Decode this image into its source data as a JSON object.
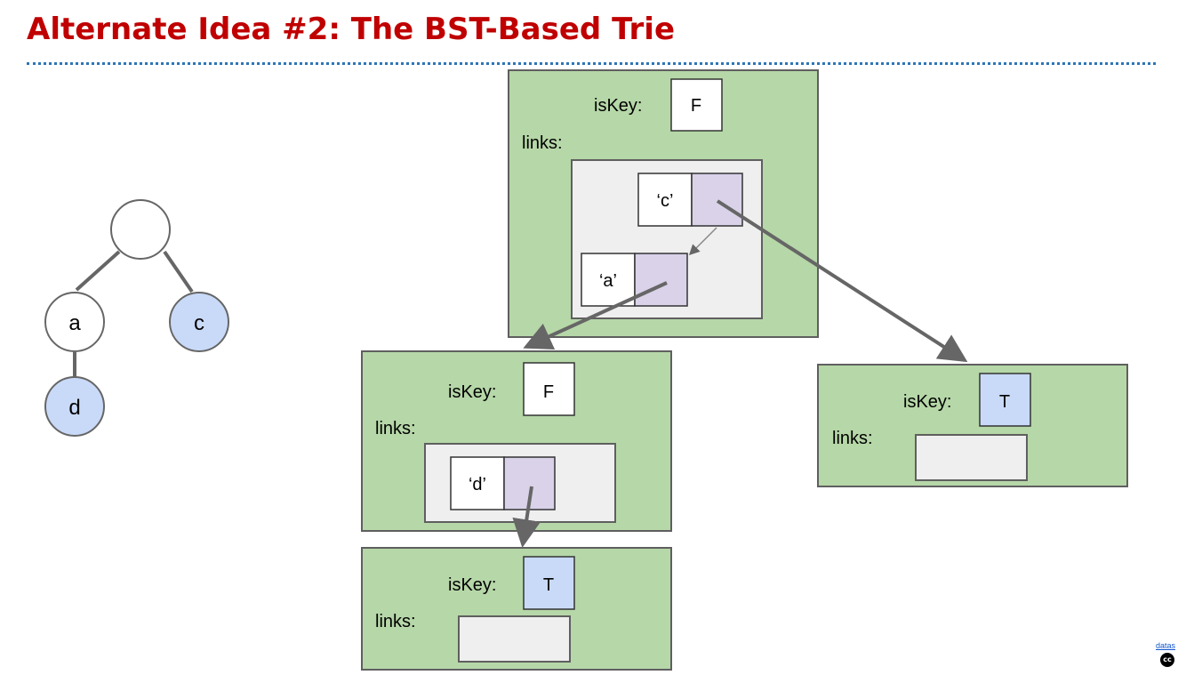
{
  "slide": {
    "title": "Alternate Idea #2: The BST-Based Trie",
    "footer_link": "datas",
    "cc_badge": "cc"
  },
  "tree": {
    "root": "",
    "left": "a",
    "right": "c",
    "left_child": "d",
    "key_fill": "#c9daf8",
    "nonkey_fill": "#ffffff"
  },
  "nodes": {
    "root": {
      "iskey_label": "isKey:",
      "iskey_value": "F",
      "links_label": "links:"
    },
    "a_node": {
      "iskey_label": "isKey:",
      "iskey_value": "F",
      "links_label": "links:"
    },
    "c_node": {
      "iskey_label": "isKey:",
      "iskey_value": "T",
      "links_label": "links:"
    },
    "d_node": {
      "iskey_label": "isKey:",
      "iskey_value": "T",
      "links_label": "links:"
    }
  },
  "bst_entries": {
    "c": "‘c’",
    "a": "‘a’",
    "d": "‘d’"
  },
  "colors": {
    "title": "#c00000",
    "divider": "#2e75b6",
    "node_fill": "#b6d7a8",
    "links_area_fill": "#efefef",
    "pointer_fill": "#d9d2e9",
    "key_true_fill": "#c9daf8",
    "arrow": "#666666"
  }
}
